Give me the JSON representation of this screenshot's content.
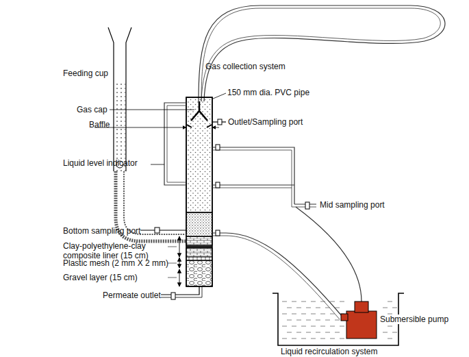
{
  "diagram": {
    "labels": [
      "Gas collection system",
      "Feeding cup",
      "150 mm dia. PVC pipe",
      "Gas cap",
      "Outlet/Sampling port",
      "Baffle",
      "Liquid level indicator",
      "Mid sampling port",
      "Bottom sampling port",
      "Clay-polyethylene-clay composite liner (15 cm)",
      "Plastic mesh (2 mm X 2 mm)",
      "Gravel layer (15 cm)",
      "Submersible pump",
      "Permeate outlet",
      "Liquid recirculation system"
    ]
  }
}
